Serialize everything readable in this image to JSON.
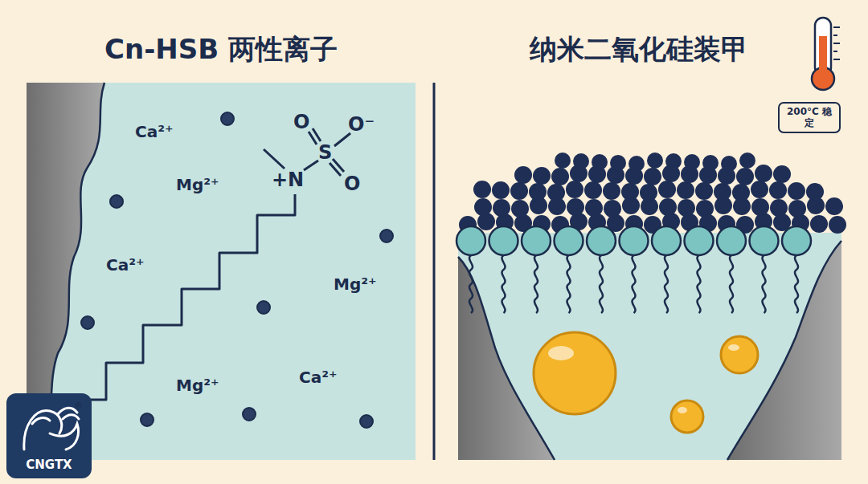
{
  "diagram": {
    "nodes": [
      {
        "text": [
          "200°C 稳定"
        ]
      },
      {
        "text": [
          "CNGTX"
        ]
      }
    ],
    "labels": [
      "Cn-HSB 两性离子",
      "纳米二氧化硅装甲",
      "Ca²⁺",
      "Mg²⁺",
      "Ca²⁺",
      "Mg²⁺",
      "Mg²⁺",
      "Ca²⁺",
      "O",
      "O⁻",
      "S",
      "+N",
      "O",
      "®"
    ]
  }
}
